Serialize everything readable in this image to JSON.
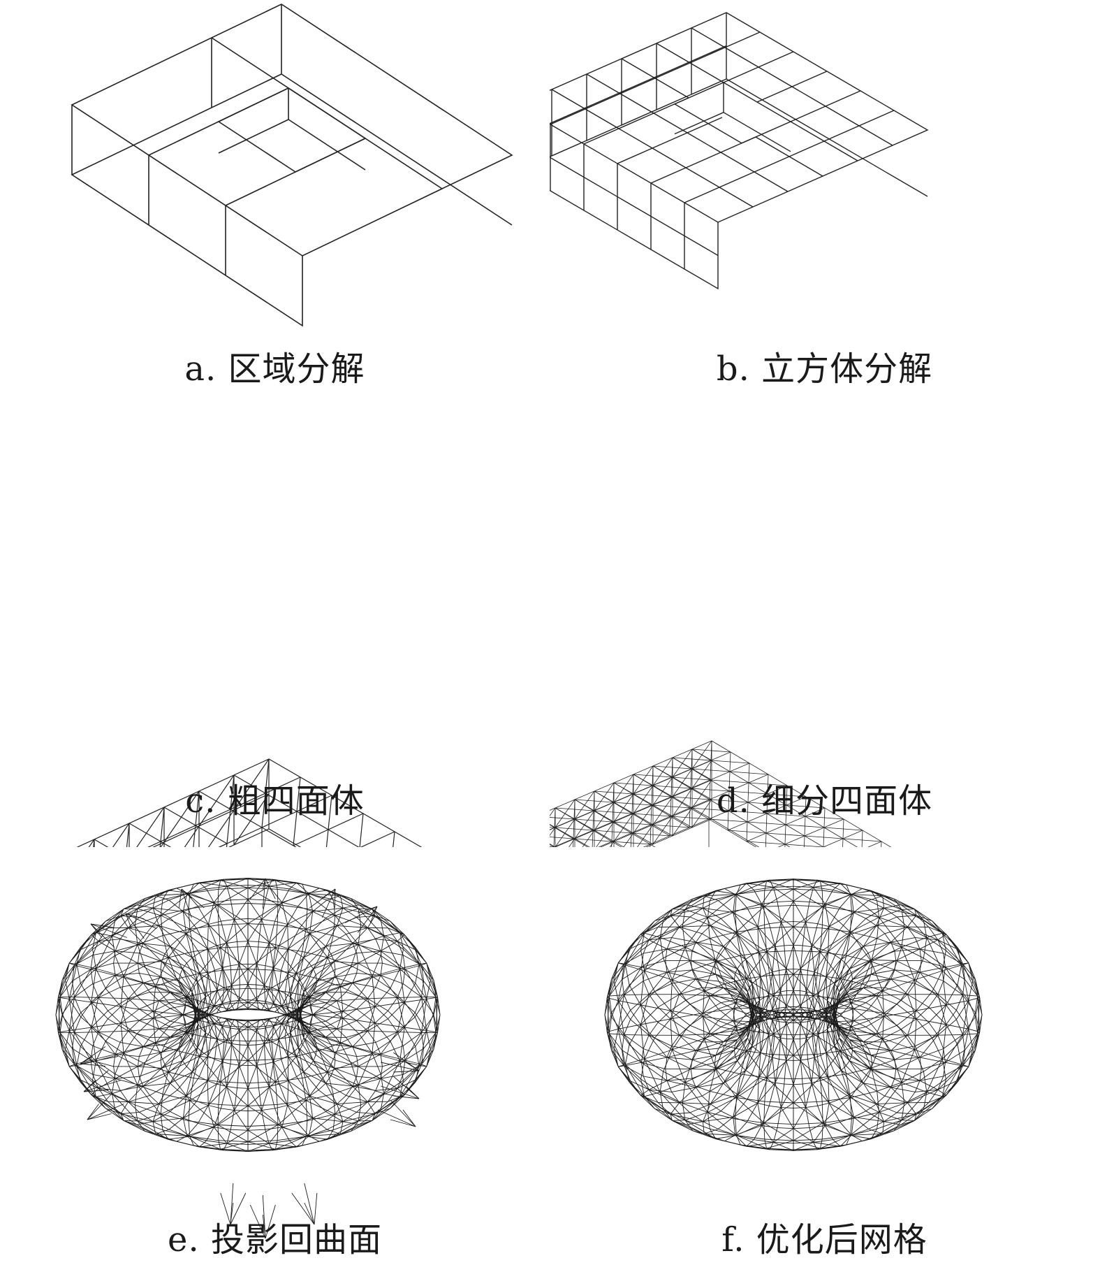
{
  "figure": {
    "panels": [
      {
        "id": "a",
        "caption": "a. 区域分解"
      },
      {
        "id": "b",
        "caption": "b. 立方体分解"
      },
      {
        "id": "c",
        "caption": "c. 粗四面体"
      },
      {
        "id": "d",
        "caption": "d. 细分四面体"
      },
      {
        "id": "e",
        "caption": "e. 投影回曲面"
      },
      {
        "id": "f",
        "caption": "f. 优化后网格"
      }
    ]
  },
  "colors": {
    "line": "#222222",
    "background": "#ffffff"
  }
}
